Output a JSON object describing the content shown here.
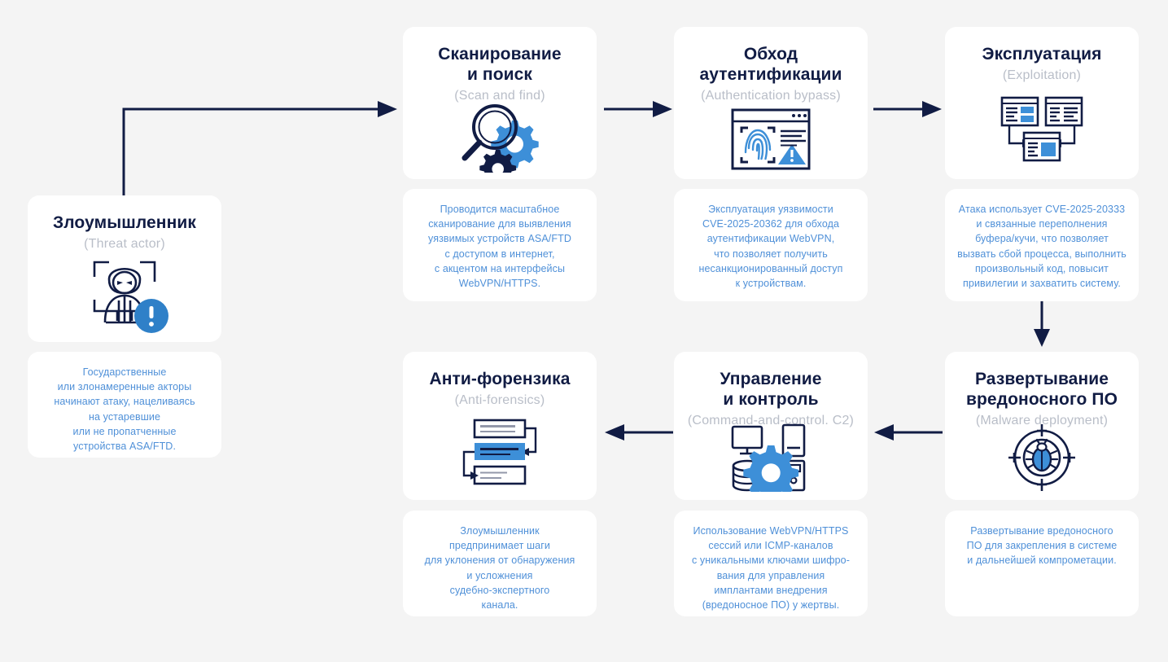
{
  "diagram": {
    "title_semantic": "cisco-asa-ftd-attack-chain-flow",
    "background_color": "#f4f4f4",
    "accent_dark": "#111c44",
    "accent_blue": "#3d8fd8",
    "desc_text_color": "#4f90d8",
    "subtitle_color": "#b9bec8"
  },
  "nodes": [
    {
      "id": "threat-actor",
      "title": "Злоумышленник",
      "subtitle": "(Threat actor)",
      "icon": "hacker-monitor-alert-icon",
      "description": "Государственные\nили злонамеренные акторы\nначинают атаку, нацеливаясь\nна устаревшие\nили не пропатченные\nустройства ASA/FTD."
    },
    {
      "id": "scan-and-find",
      "title": "Сканирование\nи поиск",
      "subtitle": "(Scan and find)",
      "icon": "magnifier-gears-icon",
      "description": "Проводится масштабное\nсканирование для выявления\nуязвимых устройств ASA/FTD\nс доступом в интернет,\nс акцентом на интерфейсы\nWebVPN/HTTPS."
    },
    {
      "id": "authentication-bypass",
      "title": "Обход\nаутентификации",
      "subtitle": "(Authentication bypass)",
      "icon": "fingerprint-browser-warning-icon",
      "description": "Эксплуатация уязвимости\nCVE-2025-20362 для обхода\nаутентификации WebVPN,\nчто позволяет получить\nнесанкционированный доступ\nк устройствам."
    },
    {
      "id": "exploitation",
      "title": "Эксплуатация",
      "subtitle": "(Exploitation)",
      "icon": "windows-exploit-chain-icon",
      "description": "Атака использует CVE-2025-20333\nи связанные переполнения\nбуфера/кучи, что позволяет\nвызвать сбой процесса, выполнить\nпроизвольный код, повысит\nпривилегии и захватить систему."
    },
    {
      "id": "malware-deployment",
      "title": "Развертывание\nвредоносного ПО",
      "subtitle": "(Malware deployment)",
      "icon": "bug-crosshair-target-icon",
      "description": "Развертывание вредоносного\nПО для закрепления в системе\nи дальнейшей компрометации."
    },
    {
      "id": "command-and-control",
      "title": "Управление\nи контроль",
      "subtitle": "(Command-and-control. C2)",
      "icon": "servers-gear-network-icon",
      "description": "Использование WebVPN/HTTPS\nсессий или ICMP-каналов\nс уникальными ключами шифро-\nвания для управления\nимплантами внедрения\n(вредоносное ПО) у жертвы."
    },
    {
      "id": "anti-forensics",
      "title": "Анти-форензика",
      "subtitle": "(Anti-forensics)",
      "icon": "log-records-reorder-icon",
      "description": "Злоумышленник\nпредпринимает шаги\nдля уклонения от обнаружения\nи усложнения\nсудебно-экспертного\nканала."
    }
  ],
  "connectors": [
    {
      "id": "threat-actor-to-scan",
      "type": "elbow-up-right",
      "label": ""
    },
    {
      "id": "scan-to-auth-bypass",
      "type": "arrow-right",
      "label": ""
    },
    {
      "id": "auth-bypass-to-exploitation",
      "type": "arrow-right",
      "label": ""
    },
    {
      "id": "exploitation-to-malware",
      "type": "arrow-down",
      "label": ""
    },
    {
      "id": "malware-to-c2",
      "type": "arrow-left",
      "label": ""
    },
    {
      "id": "c2-to-anti-forensics",
      "type": "arrow-left",
      "label": ""
    }
  ]
}
